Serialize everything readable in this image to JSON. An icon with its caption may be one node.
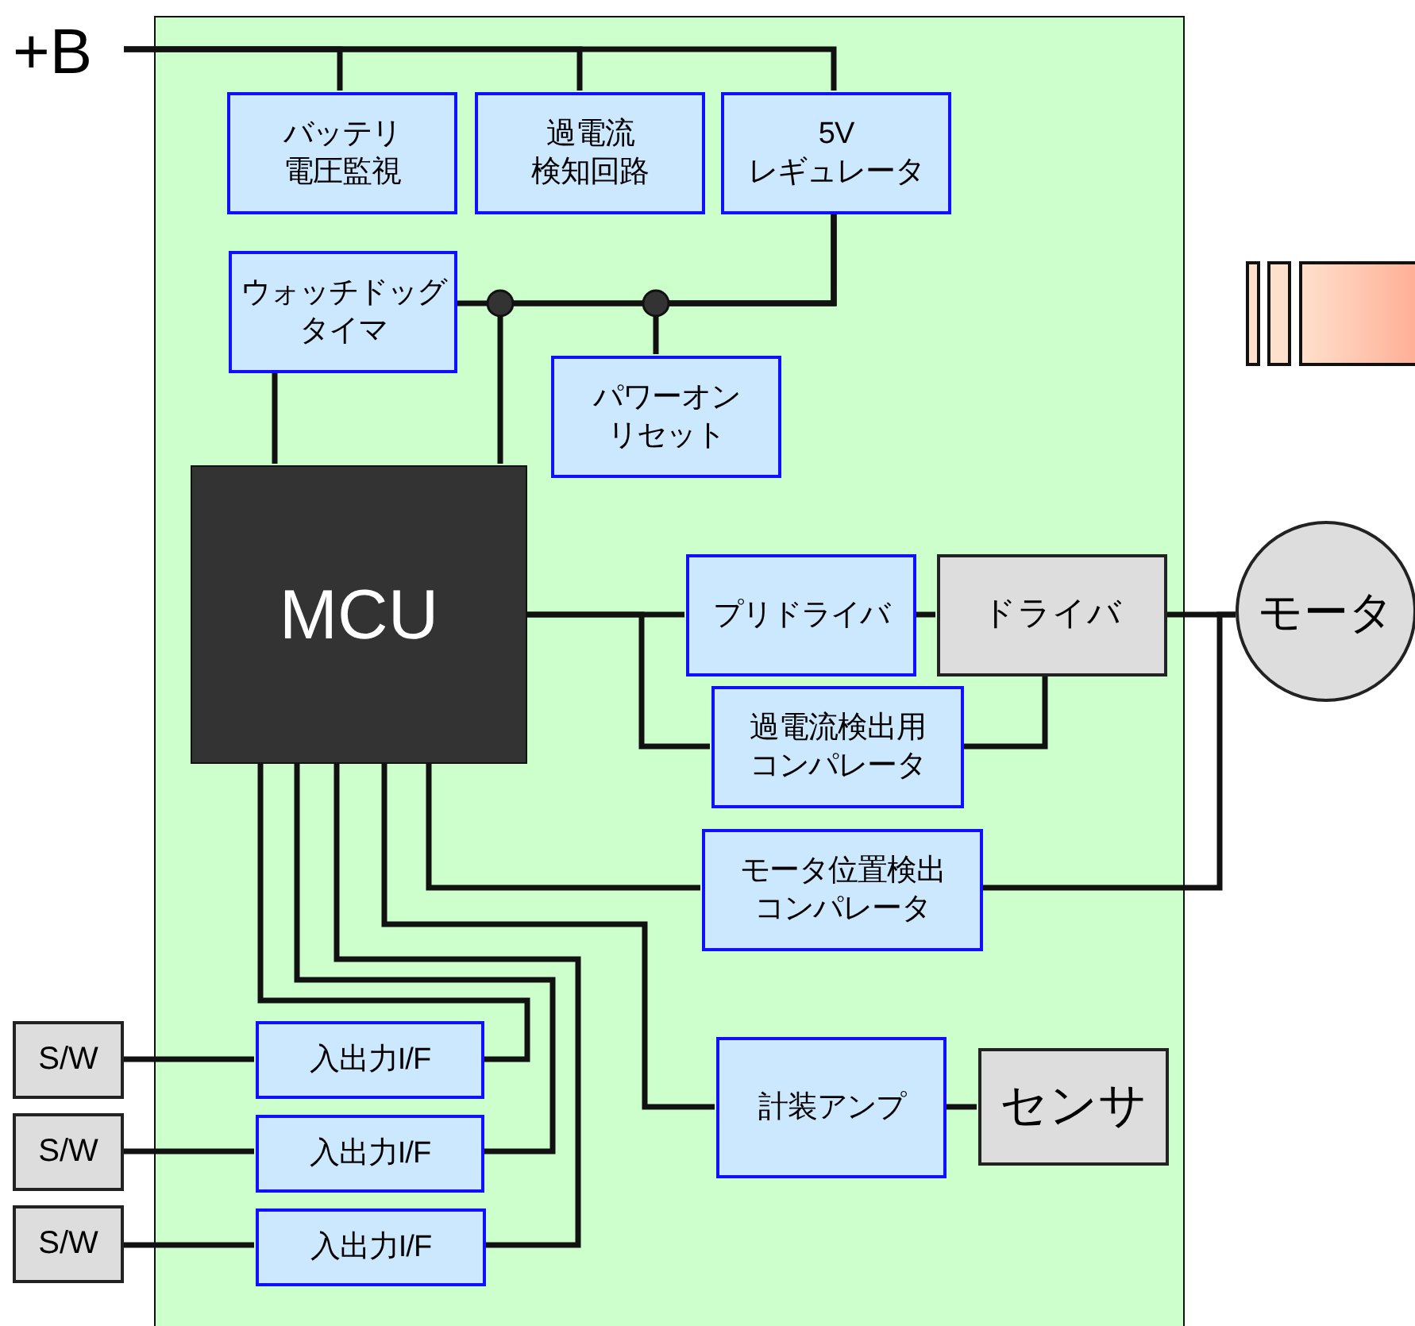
{
  "diagram": {
    "nodes": [
      {
        "text": [],
        "shape": "box"
      },
      {
        "text": [
          "+B"
        ]
      },
      {
        "text": [
          "バッテリ電圧監視"
        ],
        "in": 0
      },
      {
        "text": [
          "過電流検知回路"
        ],
        "in": 0
      },
      {
        "text": [
          "5Vレギュレータ"
        ],
        "in": 0
      },
      {
        "text": [
          "ウォッチドッグタイマ"
        ],
        "in": 0
      },
      {
        "text": [
          "パワーオンリセット"
        ],
        "in": 0
      },
      {
        "text": [
          "MCU"
        ],
        "in": 0
      },
      {
        "text": [
          "プリドライバ"
        ],
        "in": 0
      },
      {
        "text": [
          "ドライバ"
        ],
        "in": 0
      },
      {
        "text": [
          "モータ"
        ]
      },
      {
        "text": [
          "過電流検出用コンパレータ"
        ],
        "in": 0
      },
      {
        "text": [
          "モータ位置検出コンパレータ"
        ],
        "in": 0
      },
      {
        "text": [
          "S/W"
        ]
      },
      {
        "text": [
          "入出力I/F"
        ],
        "in": 0
      },
      {
        "text": [
          "S/W"
        ]
      },
      {
        "text": [
          "入出力I/F"
        ],
        "in": 0
      },
      {
        "text": [
          "S/W"
        ]
      },
      {
        "text": [
          "入出力I/F"
        ],
        "in": 0
      },
      {
        "text": [
          "計装アンプ"
        ],
        "in": 0
      },
      {
        "text": [
          "センサ"
        ],
        "in": 0
      }
    ],
    "edges": [
      {
        "from": 1,
        "to": 2,
        "arrow": "none"
      },
      {
        "from": 1,
        "to": 3,
        "arrow": "none"
      },
      {
        "from": 1,
        "to": 4,
        "arrow": "none"
      },
      {
        "from": 4,
        "to": 5,
        "arrow": "none"
      },
      {
        "from": 4,
        "to": 6,
        "arrow": "none"
      },
      {
        "from": 4,
        "to": 7,
        "arrow": "none"
      },
      {
        "from": 5,
        "to": 7,
        "arrow": "none"
      },
      {
        "from": 7,
        "to": 8,
        "arrow": "none"
      },
      {
        "from": 7,
        "to": 11,
        "arrow": "none"
      },
      {
        "from": 8,
        "to": 9,
        "arrow": "none"
      },
      {
        "from": 9,
        "to": 10,
        "arrow": "none"
      },
      {
        "from": 9,
        "to": 11,
        "arrow": "none"
      },
      {
        "from": 12,
        "to": 10,
        "arrow": "none"
      },
      {
        "from": 7,
        "to": 12,
        "arrow": "none"
      },
      {
        "from": 7,
        "to": 14,
        "arrow": "none"
      },
      {
        "from": 7,
        "to": 16,
        "arrow": "none"
      },
      {
        "from": 7,
        "to": 18,
        "arrow": "none"
      },
      {
        "from": 7,
        "to": 19,
        "arrow": "none"
      },
      {
        "from": 13,
        "to": 14,
        "arrow": "none"
      },
      {
        "from": 15,
        "to": 16,
        "arrow": "none"
      },
      {
        "from": 17,
        "to": 18,
        "arrow": "none"
      },
      {
        "from": 19,
        "to": 20,
        "arrow": "none"
      }
    ]
  }
}
